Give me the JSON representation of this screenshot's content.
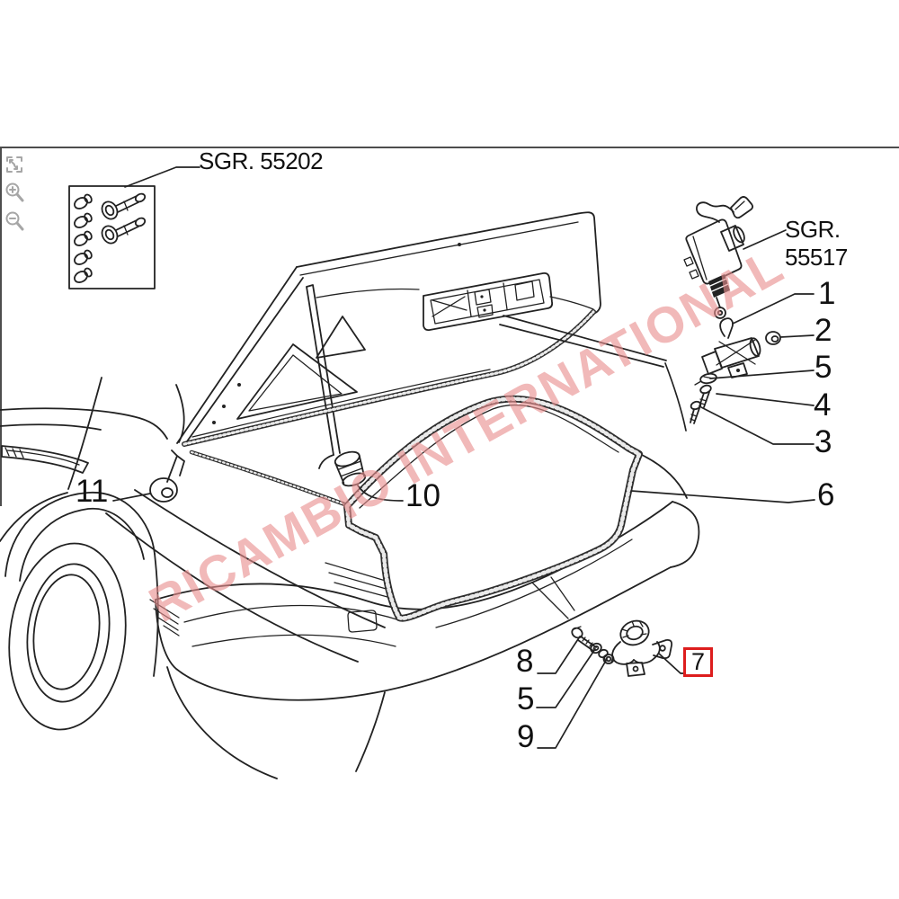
{
  "viewer": {
    "toolbar": [
      {
        "name": "fit-screen"
      },
      {
        "name": "zoom-in"
      },
      {
        "name": "zoom-out"
      }
    ]
  },
  "diagram": {
    "group_labels": [
      {
        "id": "sgr-55202",
        "label": "SGR. 55202"
      },
      {
        "id": "sgr-55517",
        "label": "SGR. 55517"
      }
    ],
    "callouts": [
      {
        "id": "1",
        "label": "1",
        "highlighted": false
      },
      {
        "id": "2",
        "label": "2",
        "highlighted": false
      },
      {
        "id": "5",
        "label": "5",
        "highlighted": false
      },
      {
        "id": "4",
        "label": "4",
        "highlighted": false
      },
      {
        "id": "3",
        "label": "3",
        "highlighted": false
      },
      {
        "id": "6",
        "label": "6",
        "highlighted": false
      },
      {
        "id": "11",
        "label": "11",
        "highlighted": false
      },
      {
        "id": "10",
        "label": "10",
        "highlighted": false
      },
      {
        "id": "8",
        "label": "8",
        "highlighted": false
      },
      {
        "id": "5b",
        "label": "5",
        "highlighted": false
      },
      {
        "id": "9",
        "label": "9",
        "highlighted": false
      },
      {
        "id": "7",
        "label": "7",
        "highlighted": true
      }
    ],
    "watermark": {
      "text": "RICAMBIO INTERNATIONAL",
      "color": "#e27d7d"
    },
    "colors": {
      "line": "#222222",
      "highlight_box": "#dd1d1d",
      "toolbar_icon": "#a6a6a6",
      "background": "#ffffff"
    }
  }
}
